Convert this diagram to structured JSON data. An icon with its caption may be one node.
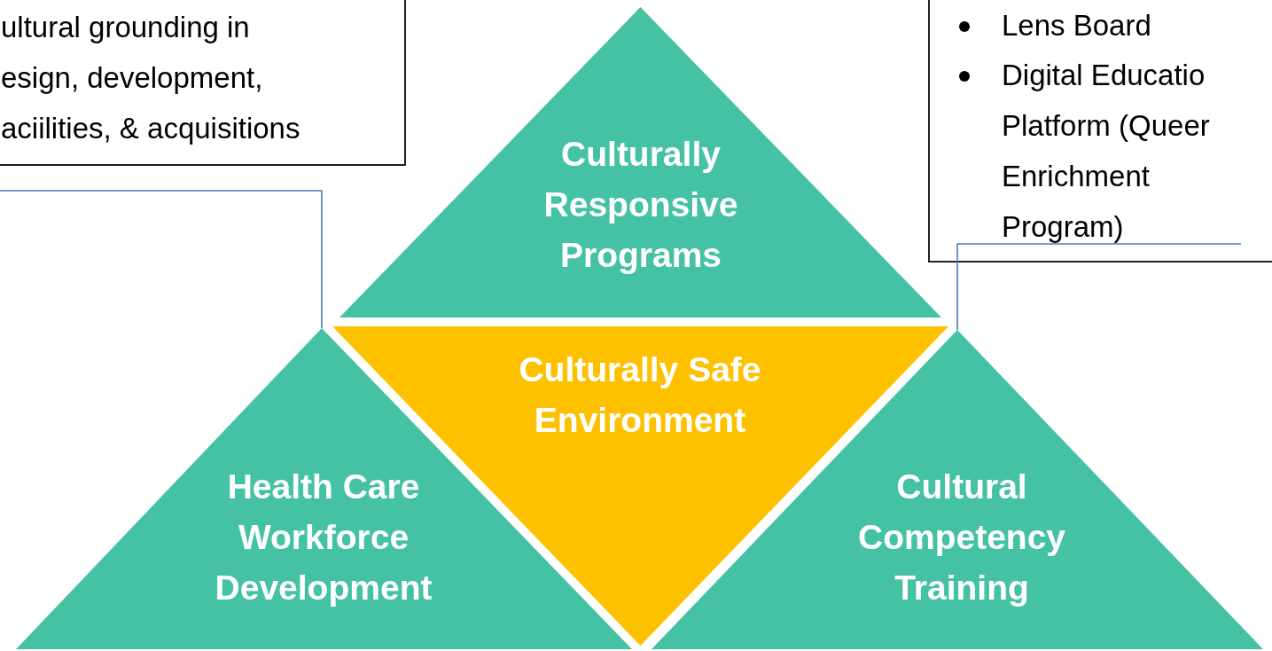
{
  "diagram": {
    "nodes": [
      {
        "text": [
          "ultural grounding in esign, development, aciilities, & acquisitions"
        ]
      },
      {
        "text": [
          "Lens Board",
          "Digital Educatio Platform (Queer Enrichment Program)"
        ]
      },
      {
        "text": [
          "Culturally Responsive Programs"
        ]
      },
      {
        "text": [
          "Culturally Safe Environment"
        ]
      },
      {
        "text": [
          "Health Care Workforce Development"
        ]
      },
      {
        "text": [
          "Cultural Competency Training"
        ]
      }
    ],
    "edges": [
      {
        "from": null,
        "to": 4,
        "arrow": "none"
      },
      {
        "from": 1,
        "to": 5,
        "arrow": "none"
      }
    ]
  }
}
